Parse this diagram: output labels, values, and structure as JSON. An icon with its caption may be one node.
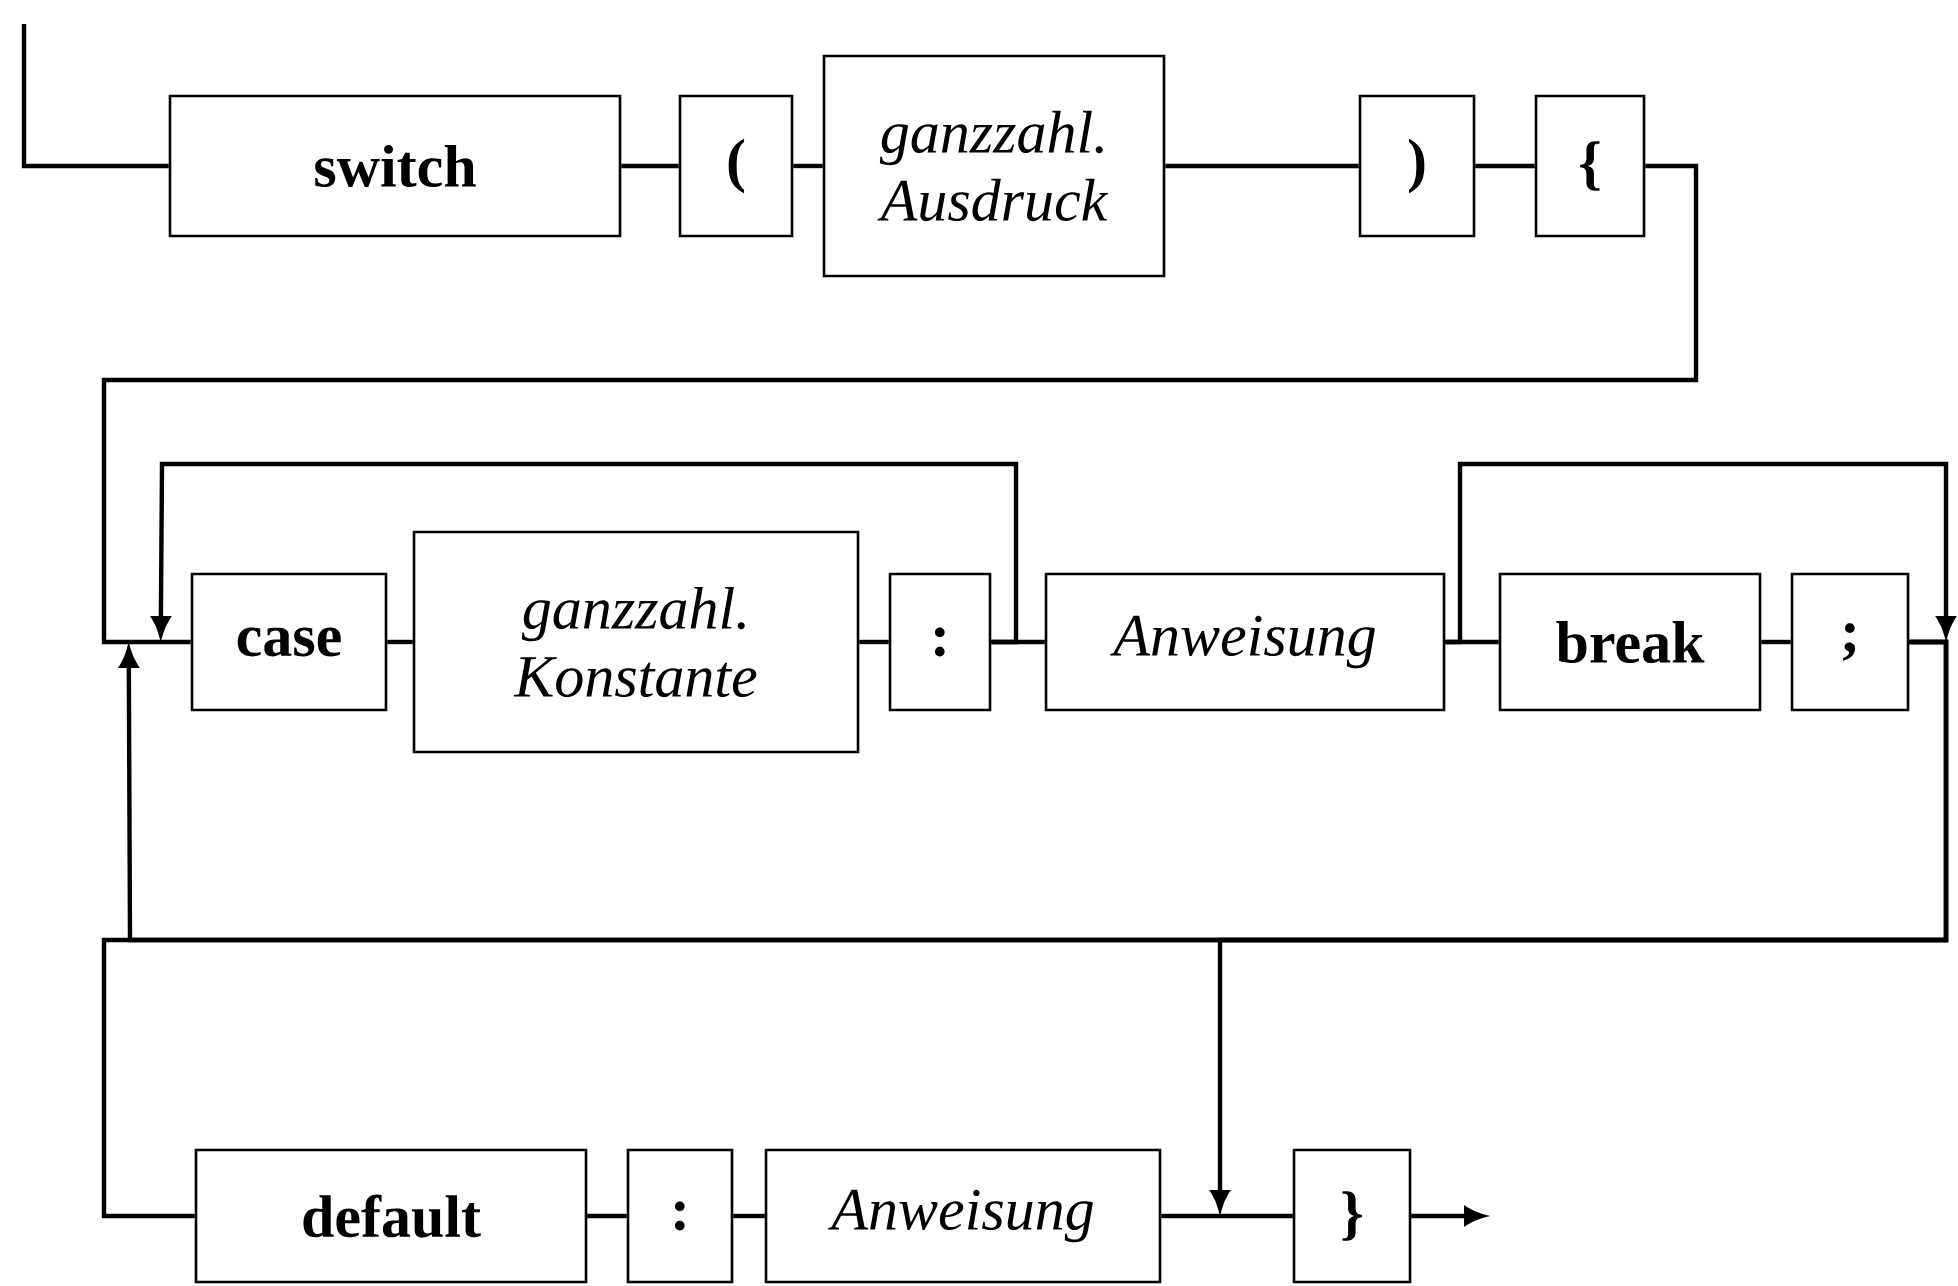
{
  "diagram": {
    "nodes": [
      {
        "text": [
          "switch"
        ]
      },
      {
        "text": [
          "("
        ]
      },
      {
        "text": [
          "ganzzahl. Ausdruck"
        ]
      },
      {
        "text": [
          ")"
        ]
      },
      {
        "text": [
          "{"
        ]
      },
      {
        "text": [
          "case"
        ]
      },
      {
        "text": [
          "ganzzahl. Konstante"
        ]
      },
      {
        "text": [
          ":"
        ]
      },
      {
        "text": [
          "Anweisung"
        ]
      },
      {
        "text": [
          "break"
        ]
      },
      {
        "text": [
          ";"
        ]
      },
      {
        "text": [
          "default"
        ]
      },
      {
        "text": [
          ":"
        ]
      },
      {
        "text": [
          "Anweisung"
        ]
      },
      {
        "text": [
          "}"
        ]
      }
    ],
    "edges": [
      {
        "from": null,
        "to": 0,
        "arrow": "none"
      },
      {
        "from": 0,
        "to": 1,
        "arrow": "none"
      },
      {
        "from": 1,
        "to": 2,
        "arrow": "none"
      },
      {
        "from": 2,
        "to": 3,
        "arrow": "none"
      },
      {
        "from": 3,
        "to": 4,
        "arrow": "none"
      },
      {
        "from": 4,
        "to": 5,
        "arrow": "none"
      },
      {
        "from": 5,
        "to": 6,
        "arrow": "none"
      },
      {
        "from": 6,
        "to": 7,
        "arrow": "none"
      },
      {
        "from": 7,
        "to": 8,
        "arrow": "none"
      },
      {
        "from": 7,
        "to": 5,
        "arrow": "to"
      },
      {
        "from": 8,
        "to": 9,
        "arrow": "none"
      },
      {
        "from": 9,
        "to": 10,
        "arrow": "none"
      },
      {
        "from": 8,
        "to": null,
        "arrow": "to"
      },
      {
        "from": 10,
        "to": 5,
        "arrow": "to"
      },
      {
        "from": 10,
        "to": 11,
        "arrow": "none"
      },
      {
        "from": 10,
        "to": null,
        "arrow": "to"
      },
      {
        "from": 11,
        "to": 12,
        "arrow": "none"
      },
      {
        "from": 12,
        "to": 13,
        "arrow": "none"
      },
      {
        "from": 13,
        "to": 14,
        "arrow": "none"
      },
      {
        "from": 14,
        "to": null,
        "arrow": "to"
      }
    ]
  }
}
